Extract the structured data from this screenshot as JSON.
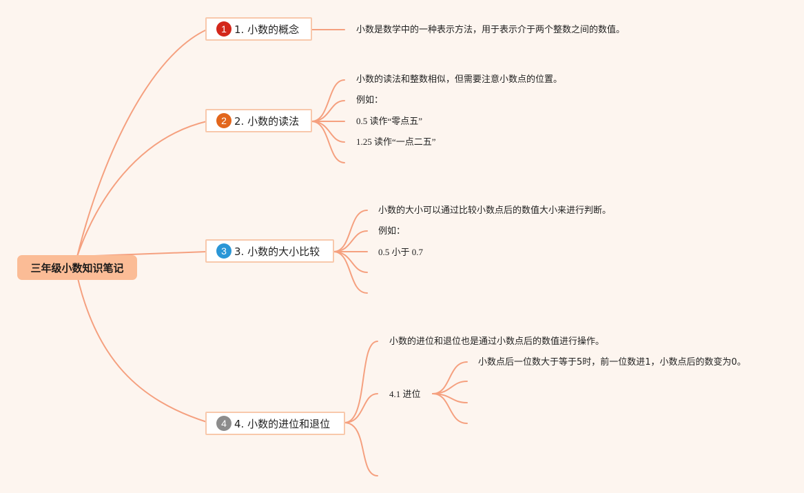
{
  "colors": {
    "background": "#fdf5ef",
    "root_fill": "#fbbc96",
    "connector": "#f5a07f",
    "topic_border": "#f8c8ab",
    "badge_1": "#d3271b",
    "badge_2": "#e2661c",
    "badge_3": "#2a96d6",
    "badge_4": "#8c8c8c"
  },
  "root": {
    "label": "三年级小数知识笔记"
  },
  "topics": [
    {
      "number": "1",
      "label": "1. 小数的概念",
      "leaves": [
        "小数是数学中的一种表示方法，用于表示介于两个整数之间的数值。"
      ]
    },
    {
      "number": "2",
      "label": "2. 小数的读法",
      "leaves": [
        "小数的读法和整数相似，但需要注意小数点的位置。",
        "例如：",
        "0.5 读作“零点五”",
        "1.25 读作“一点二五”",
        ""
      ]
    },
    {
      "number": "3",
      "label": "3. 小数的大小比较",
      "leaves": [
        "小数的大小可以通过比较小数点后的数值大小来进行判断。",
        "例如：",
        "0.5 小于 0.7",
        "",
        ""
      ]
    },
    {
      "number": "4",
      "label": "4. 小数的进位和退位",
      "leaves": [
        "小数的进位和退位也是通过小数点后的数值进行操作。",
        "4.1 进位",
        ""
      ],
      "subtopic": {
        "label": "4.1 进位",
        "leaves": [
          "小数点后一位数大于等于5时，前一位数进1，小数点后的数变为0。",
          "",
          "",
          ""
        ]
      }
    }
  ]
}
